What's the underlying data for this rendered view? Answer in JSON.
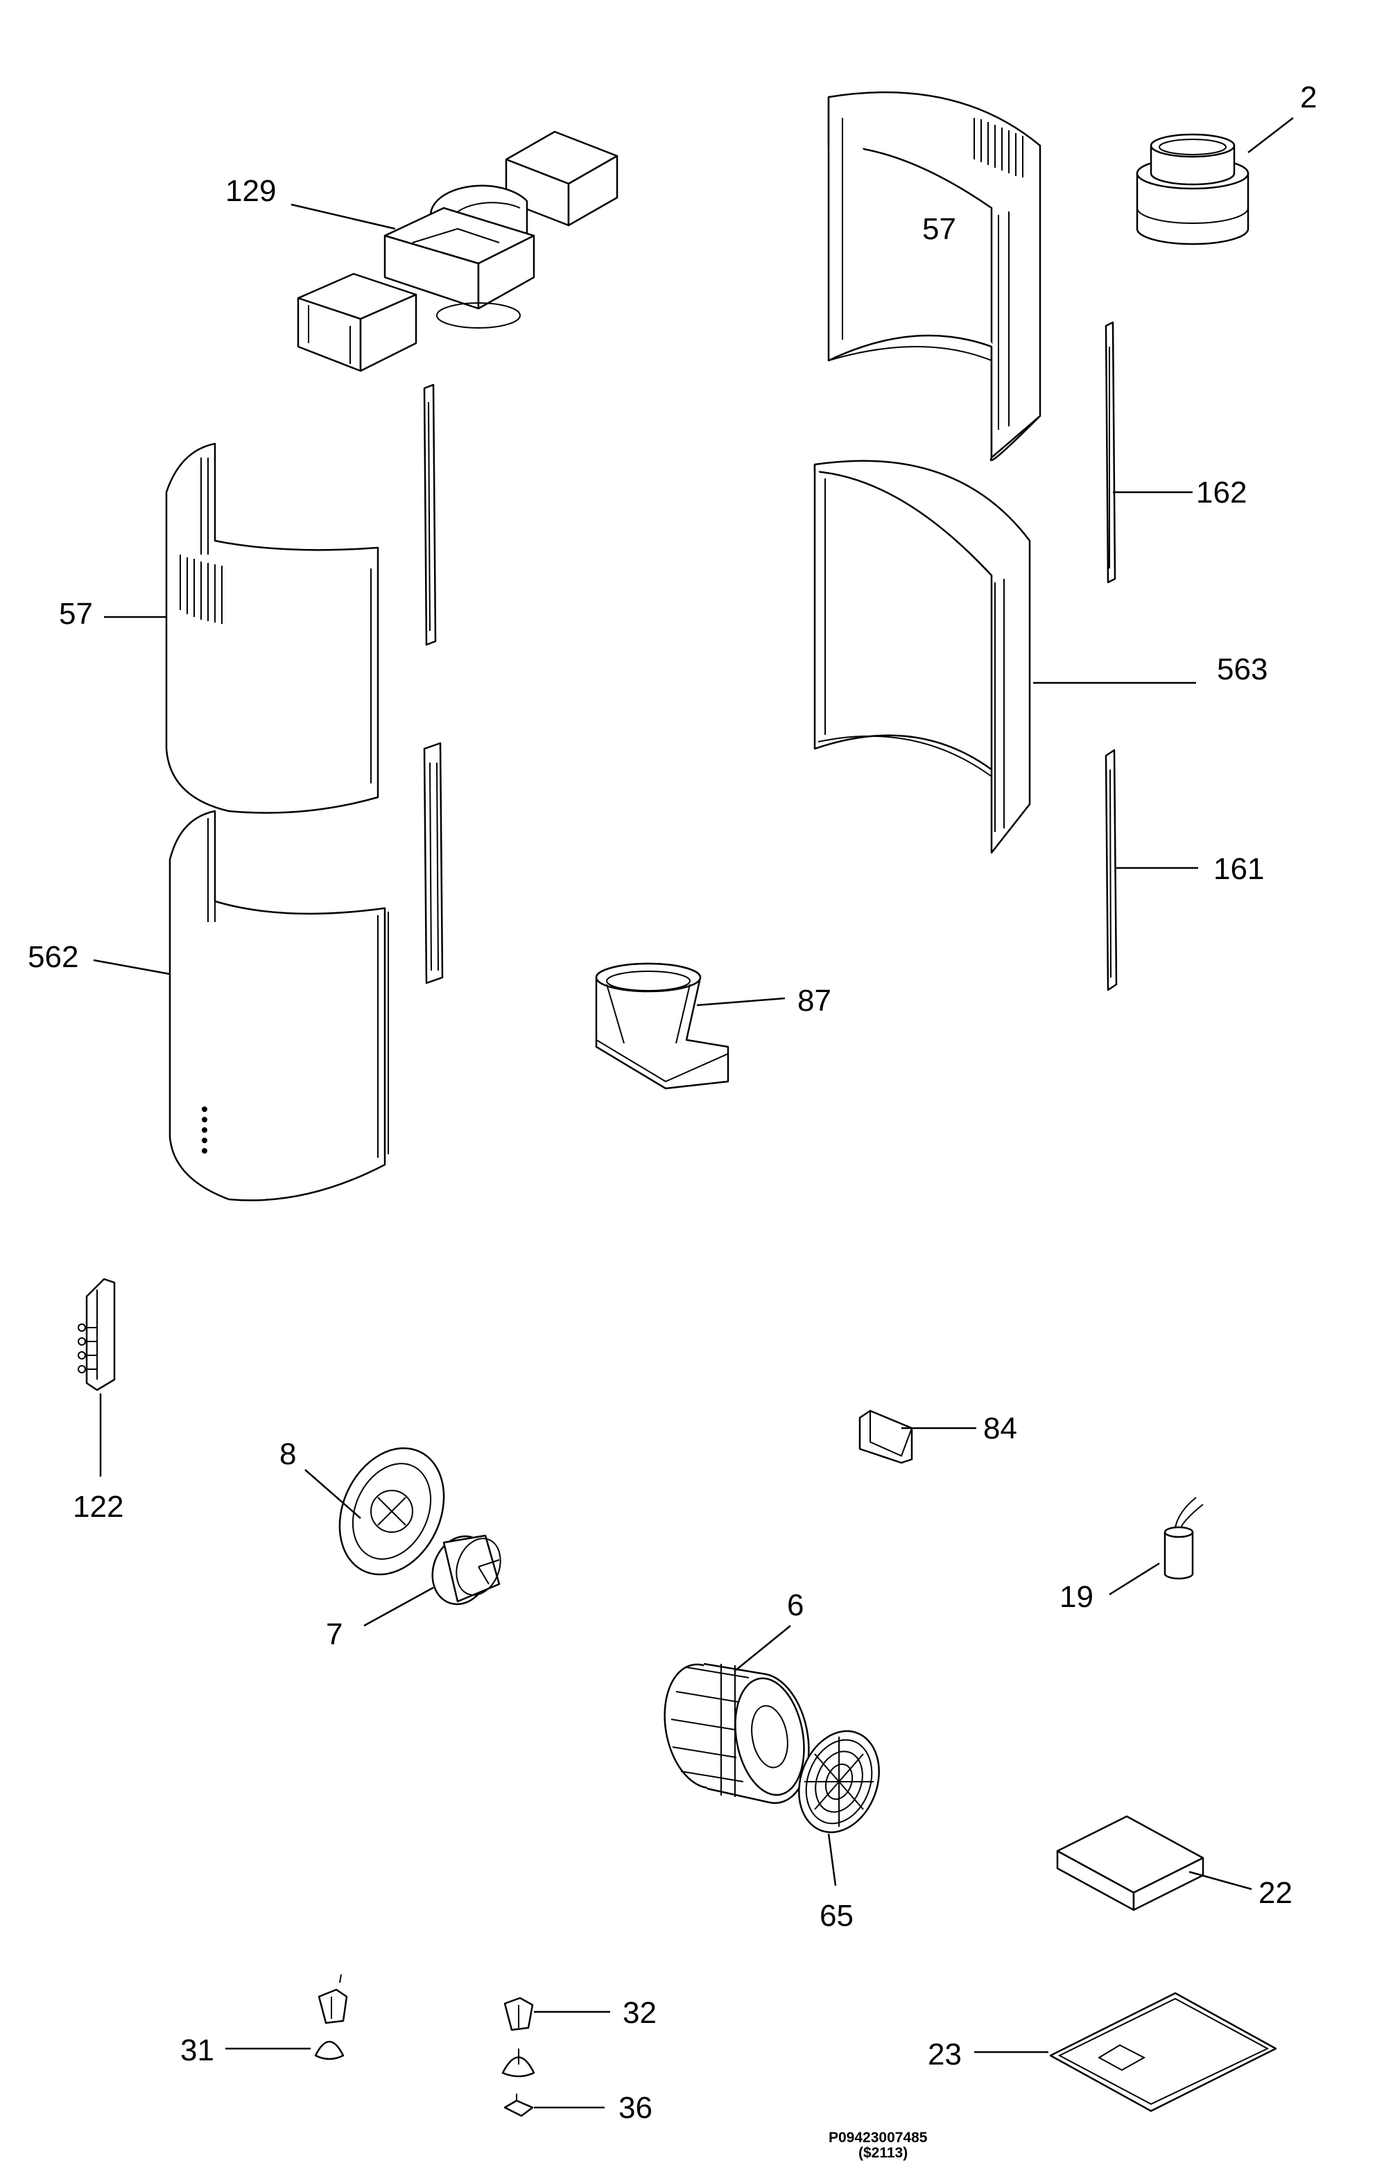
{
  "diagram": {
    "labels": [
      "2",
      "129",
      "57",
      "57",
      "162",
      "563",
      "562",
      "161",
      "87",
      "122",
      "84",
      "8",
      "19",
      "7",
      "6",
      "22",
      "65",
      "32",
      "31",
      "23",
      "36"
    ],
    "document_code": "P09423007485",
    "revision": "($2113)"
  }
}
